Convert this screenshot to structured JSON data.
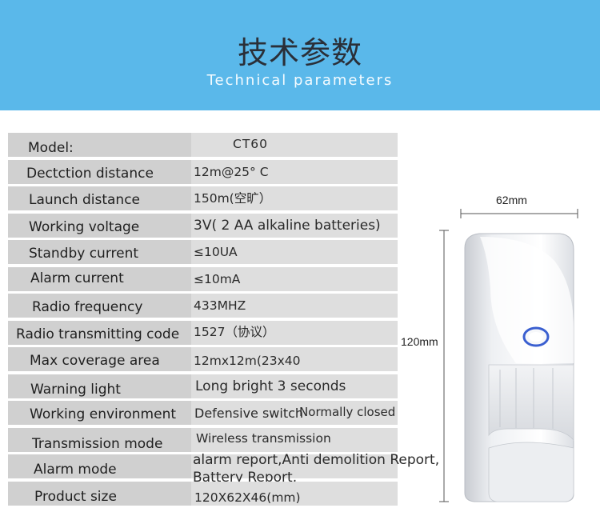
{
  "banner": {
    "title_cn": "技术参数",
    "title_en": "Technical parameters"
  },
  "specs": [
    {
      "label": "Model:",
      "value": "CT60"
    },
    {
      "label": "Dectction distance",
      "value": "12m@25° C"
    },
    {
      "label": "Launch distance",
      "value": "150m(空旷）"
    },
    {
      "label": "Working voltage",
      "value": "3V( 2 AA alkaline batteries)"
    },
    {
      "label": "Standby current",
      "value": "≤10UA"
    },
    {
      "label": "Alarm current",
      "value": "≤10mA"
    },
    {
      "label": "Radio frequency",
      "value": "433MHZ"
    },
    {
      "label": "Radio transmitting code",
      "value": "1527（协议）"
    },
    {
      "label": "Max coverage area",
      "value": "12mx12m(23x40"
    },
    {
      "label": "Warning light",
      "value": "Long bright 3 seconds"
    },
    {
      "label": "Working environment",
      "value": "Defensive switch",
      "value_extra": "Normally closed"
    },
    {
      "label": "Transmission mode",
      "value": "Wireless transmission"
    },
    {
      "label": "Alarm mode",
      "value": "alarm report,Anti demolition Report,",
      "value_extra": "Battery Report,"
    },
    {
      "label": "Product size",
      "value": "120X62X46(mm)"
    }
  ],
  "dimensions": {
    "width": "62mm",
    "height": "120mm"
  },
  "colors": {
    "banner": "#5ab8ea",
    "label_cell": "#d0d0d0",
    "value_cell": "#dedede",
    "indicator_ring": "#3a5fd0"
  }
}
